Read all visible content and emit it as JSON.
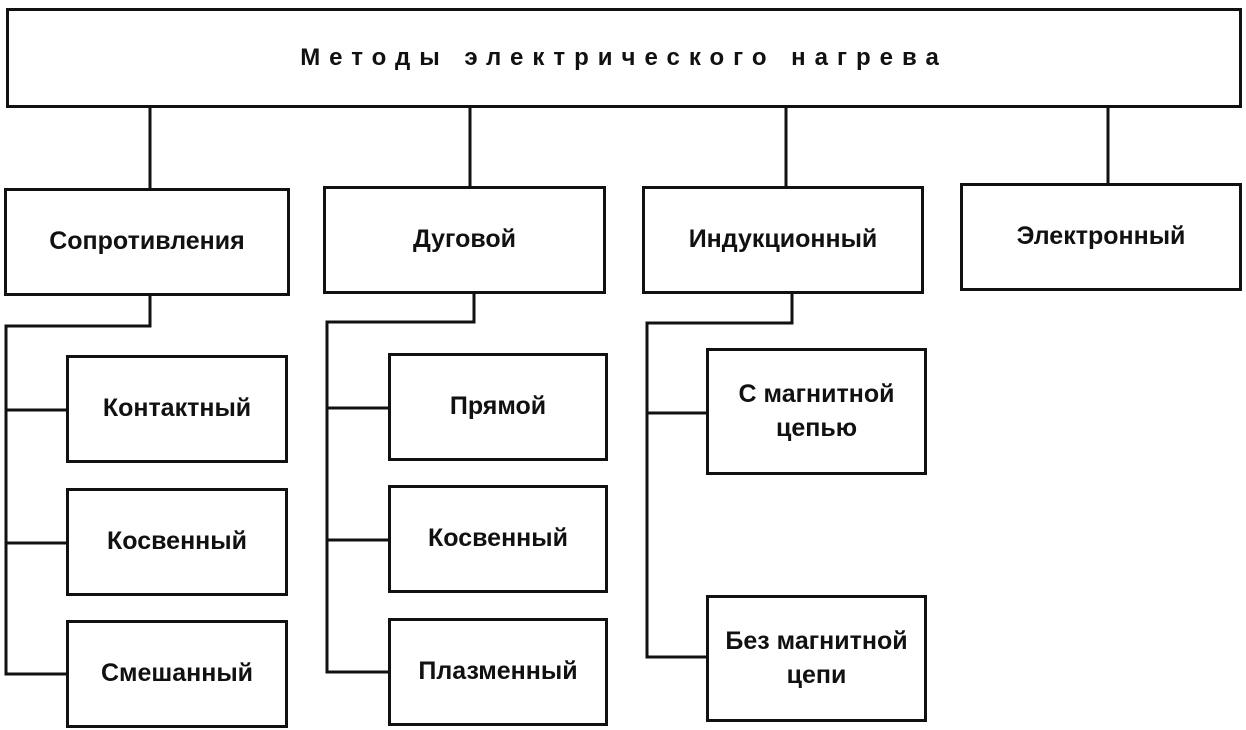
{
  "title": "Методы электрического нагрева",
  "methods": [
    {
      "label": "Сопротивления",
      "children": [
        "Контактный",
        "Косвенный",
        "Смешанный"
      ]
    },
    {
      "label": "Дуговой",
      "children": [
        "Прямой",
        "Косвенный",
        "Плазменный"
      ]
    },
    {
      "label": "Индукционный",
      "children": [
        "С магнитной\nцепью",
        "Без магнитной\nцепи"
      ]
    },
    {
      "label": "Электронный",
      "children": []
    }
  ]
}
